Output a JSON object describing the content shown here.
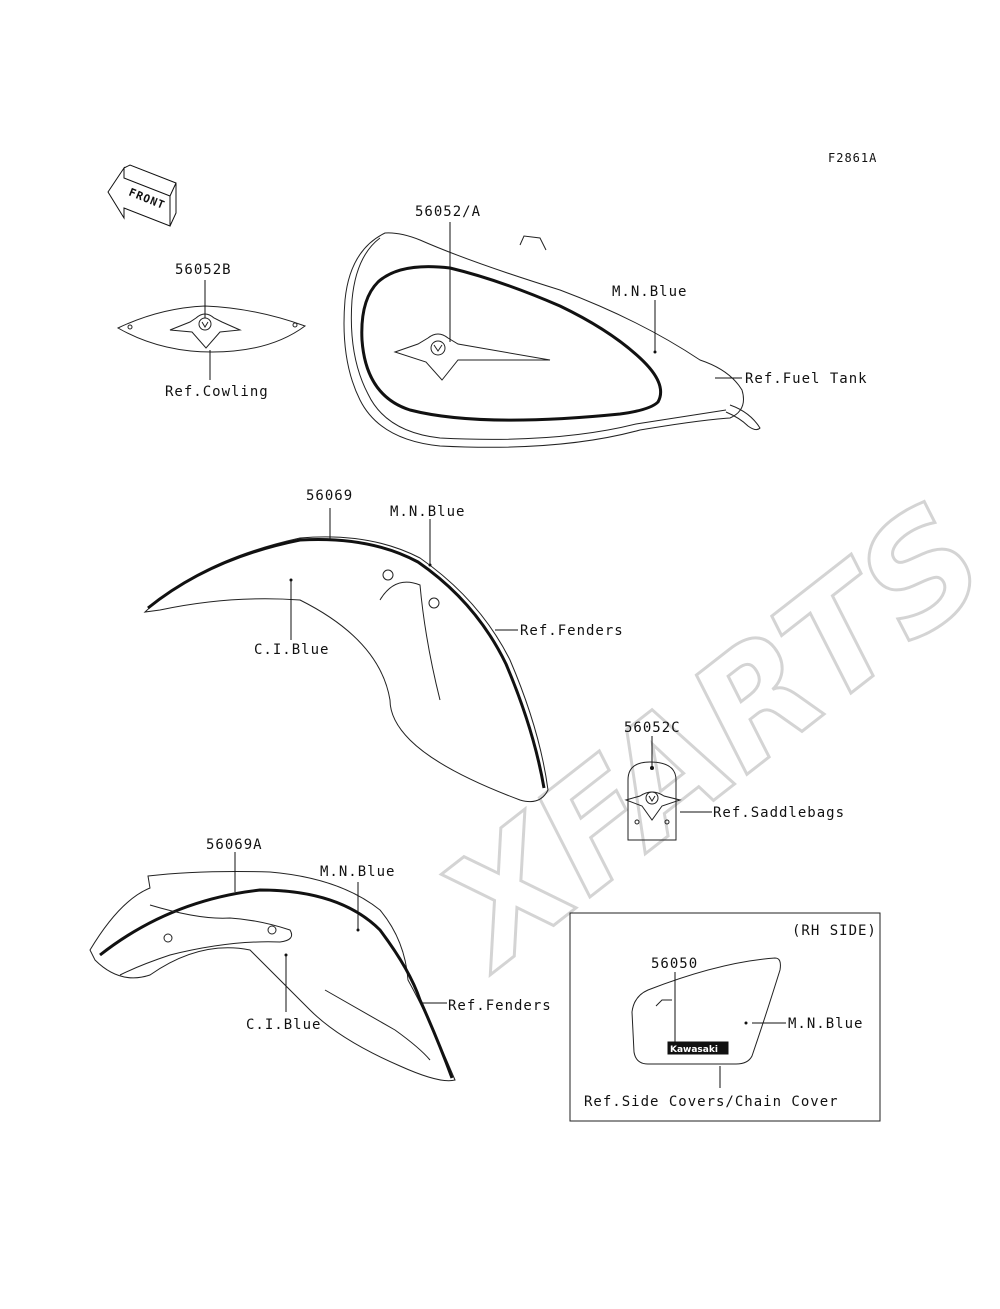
{
  "figure_code": "F2861A",
  "front_label": "FRONT",
  "watermark": "XFARTS",
  "parts": {
    "tank_emblem": "56052/A",
    "cowling_emblem": "56052B",
    "front_fender_stripe": "56069",
    "saddlebag_emblem": "56052C",
    "rear_fender_stripe": "56069A",
    "side_cover_mark": "56050"
  },
  "labels": {
    "ref_cowling": "Ref.Cowling",
    "ref_fuel_tank": "Ref.Fuel Tank",
    "mn_blue_tank": "M.N.Blue",
    "mn_blue_front": "M.N.Blue",
    "ci_blue_front": "C.I.Blue",
    "ref_fenders_front": "Ref.Fenders",
    "ref_saddlebags": "Ref.Saddlebags",
    "mn_blue_rear": "M.N.Blue",
    "ci_blue_rear": "C.I.Blue",
    "ref_fenders_rear": "Ref.Fenders",
    "rh_side": "(RH SIDE)",
    "mn_blue_side": "M.N.Blue",
    "ref_side_covers": "Ref.Side Covers/Chain Cover"
  },
  "brand_plate": "Kawasaki",
  "colors": {
    "ink": "#111111",
    "watermark": "#d4d4d4"
  }
}
